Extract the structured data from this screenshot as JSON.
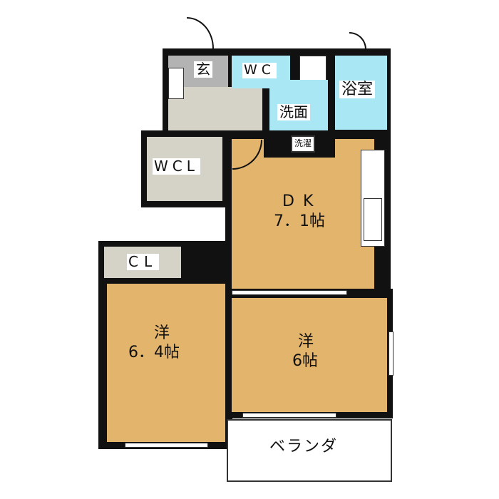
{
  "rooms": {
    "genkan": "玄",
    "wc": "WC",
    "bath": "浴室",
    "washroom": "洗面",
    "laundry": "洗濯",
    "wcl": "WCL",
    "dk_name": "DK",
    "dk_size": "7．1帖",
    "cl": "CL",
    "western1_name": "洋",
    "western1_size": "6．4帖",
    "western2_name": "洋",
    "western2_size": "6帖",
    "veranda": "ベランダ"
  },
  "colors": {
    "floor": "#E3B56C",
    "wet": "#A9E7F5",
    "storage": "#D5D3C7",
    "entry": "#B3B3B3"
  }
}
